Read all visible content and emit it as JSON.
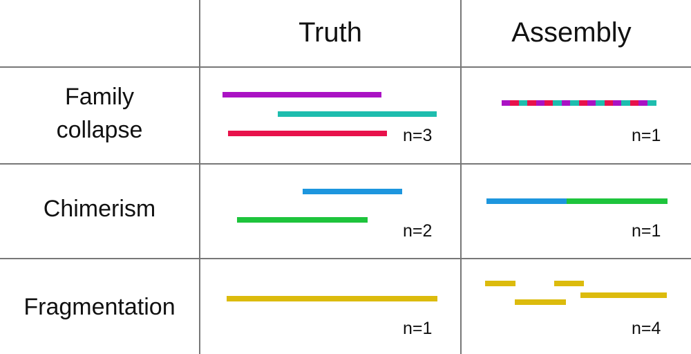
{
  "columns": [
    "Truth",
    "Assembly"
  ],
  "rows": [
    {
      "label_lines": [
        "Family",
        "collapse"
      ],
      "truth": {
        "count": "n=3",
        "segments": [
          {
            "color": "#aa12c4",
            "name": "purple-segment"
          },
          {
            "color": "#1ebdae",
            "name": "teal-segment"
          },
          {
            "color": "#e8124b",
            "name": "red-segment"
          }
        ]
      },
      "assembly": {
        "count": "n=1",
        "pattern": [
          "#aa12c4",
          "#e8124b",
          "#1ebdae",
          "#e8124b",
          "#aa12c4",
          "#e8124b",
          "#1ebdae",
          "#aa12c4",
          "#1ebdae",
          "#e8124b",
          "#aa12c4",
          "#1ebdae",
          "#e8124b",
          "#aa12c4",
          "#1ebdae",
          "#e8124b",
          "#aa12c4",
          "#1ebdae"
        ]
      }
    },
    {
      "label_lines": [
        "Chimerism"
      ],
      "truth": {
        "count": "n=2",
        "segments": [
          {
            "color": "#1d96de",
            "name": "blue-segment"
          },
          {
            "color": "#1ec43c",
            "name": "green-segment"
          }
        ]
      },
      "assembly": {
        "count": "n=1",
        "segments": [
          {
            "color": "#1d96de",
            "name": "blue-segment"
          },
          {
            "color": "#1ec43c",
            "name": "green-segment"
          }
        ]
      }
    },
    {
      "label_lines": [
        "Fragmentation"
      ],
      "truth": {
        "count": "n=1",
        "segments": [
          {
            "color": "#dcbb0d",
            "name": "yellow-segment"
          }
        ]
      },
      "assembly": {
        "count": "n=4",
        "segments": [
          {
            "color": "#dcbb0d",
            "name": "yellow-fragment"
          },
          {
            "color": "#dcbb0d",
            "name": "yellow-fragment"
          },
          {
            "color": "#dcbb0d",
            "name": "yellow-fragment"
          },
          {
            "color": "#dcbb0d",
            "name": "yellow-fragment"
          }
        ]
      }
    }
  ]
}
